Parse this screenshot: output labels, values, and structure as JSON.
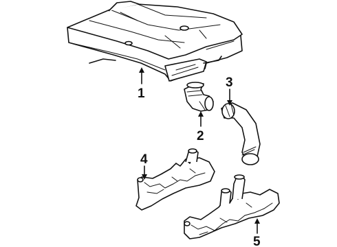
{
  "callouts": [
    {
      "id": "1",
      "label": "1"
    },
    {
      "id": "2",
      "label": "2"
    },
    {
      "id": "3",
      "label": "3"
    },
    {
      "id": "4",
      "label": "4"
    },
    {
      "id": "5",
      "label": "5"
    }
  ],
  "parts": [
    {
      "callout": "1",
      "kind": "air-cleaner-housing"
    },
    {
      "callout": "2",
      "kind": "elbow-duct"
    },
    {
      "callout": "3",
      "kind": "intake-hose"
    },
    {
      "callout": "4",
      "kind": "exhaust-manifold-left"
    },
    {
      "callout": "5",
      "kind": "exhaust-manifold-right"
    }
  ]
}
